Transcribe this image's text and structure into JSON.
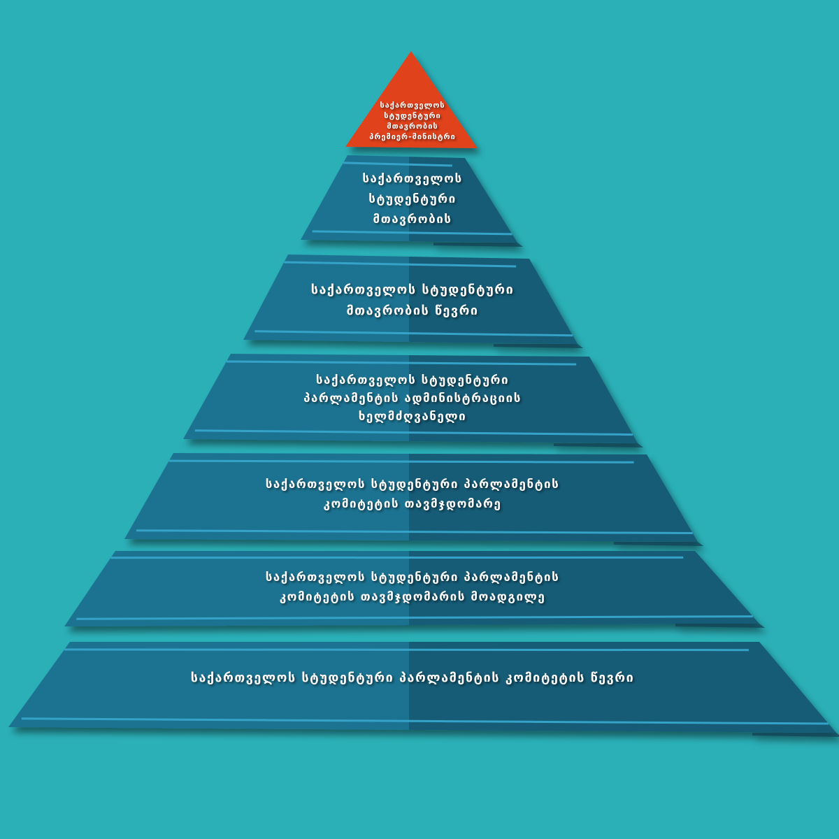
{
  "diagram": {
    "type": "hierarchy-pyramid",
    "colors": {
      "background": "#2bb0b8",
      "apex": "#e0421b",
      "tier_left": "#1f7391",
      "tier_right": "#175c77",
      "tier_stripe": "#34a3c8",
      "tier_shadow": "#0d3a4e"
    },
    "levels": [
      {
        "id": "apex",
        "label": "საქართველოს\nსტუდენტური\nმთავრობის\nპრემიერ-მინისტრი",
        "color": "#e0421b"
      },
      {
        "id": "level-2",
        "label": "საქართველოს\nსტუდენტური\nმთავრობის"
      },
      {
        "id": "level-3",
        "label": "საქართველოს სტუდენტური\nმთავრობის წევრი"
      },
      {
        "id": "level-4",
        "label": "საქართველოს სტუდენტური\nპარლამენტის ადმინისტრაციის\nხელმძღვანელი"
      },
      {
        "id": "level-5",
        "label": "საქართველოს სტუდენტური პარლამენტის\nკომიტეტის თავმჯდომარე"
      },
      {
        "id": "level-6",
        "label": "საქართველოს სტუდენტური პარლამენტის\nკომიტეტის თავმჯდომარის მოადგილე"
      },
      {
        "id": "level-7",
        "label": "საქართველოს სტუდენტური პარლამენტის კომიტეტის წევრი"
      }
    ]
  }
}
